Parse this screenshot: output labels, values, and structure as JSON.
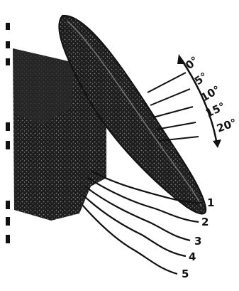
{
  "angle_scale": {
    "labels": [
      "0°",
      "5°",
      "10°",
      "15°",
      "20°"
    ],
    "direction": "increasing downward"
  },
  "positions": {
    "labels": [
      "1",
      "2",
      "3",
      "4",
      "5"
    ]
  },
  "colors": {
    "ink": "#111111",
    "paper": "#ffffff",
    "dark_fill": "#1a1a1a",
    "texture": "#6b6b6b"
  }
}
